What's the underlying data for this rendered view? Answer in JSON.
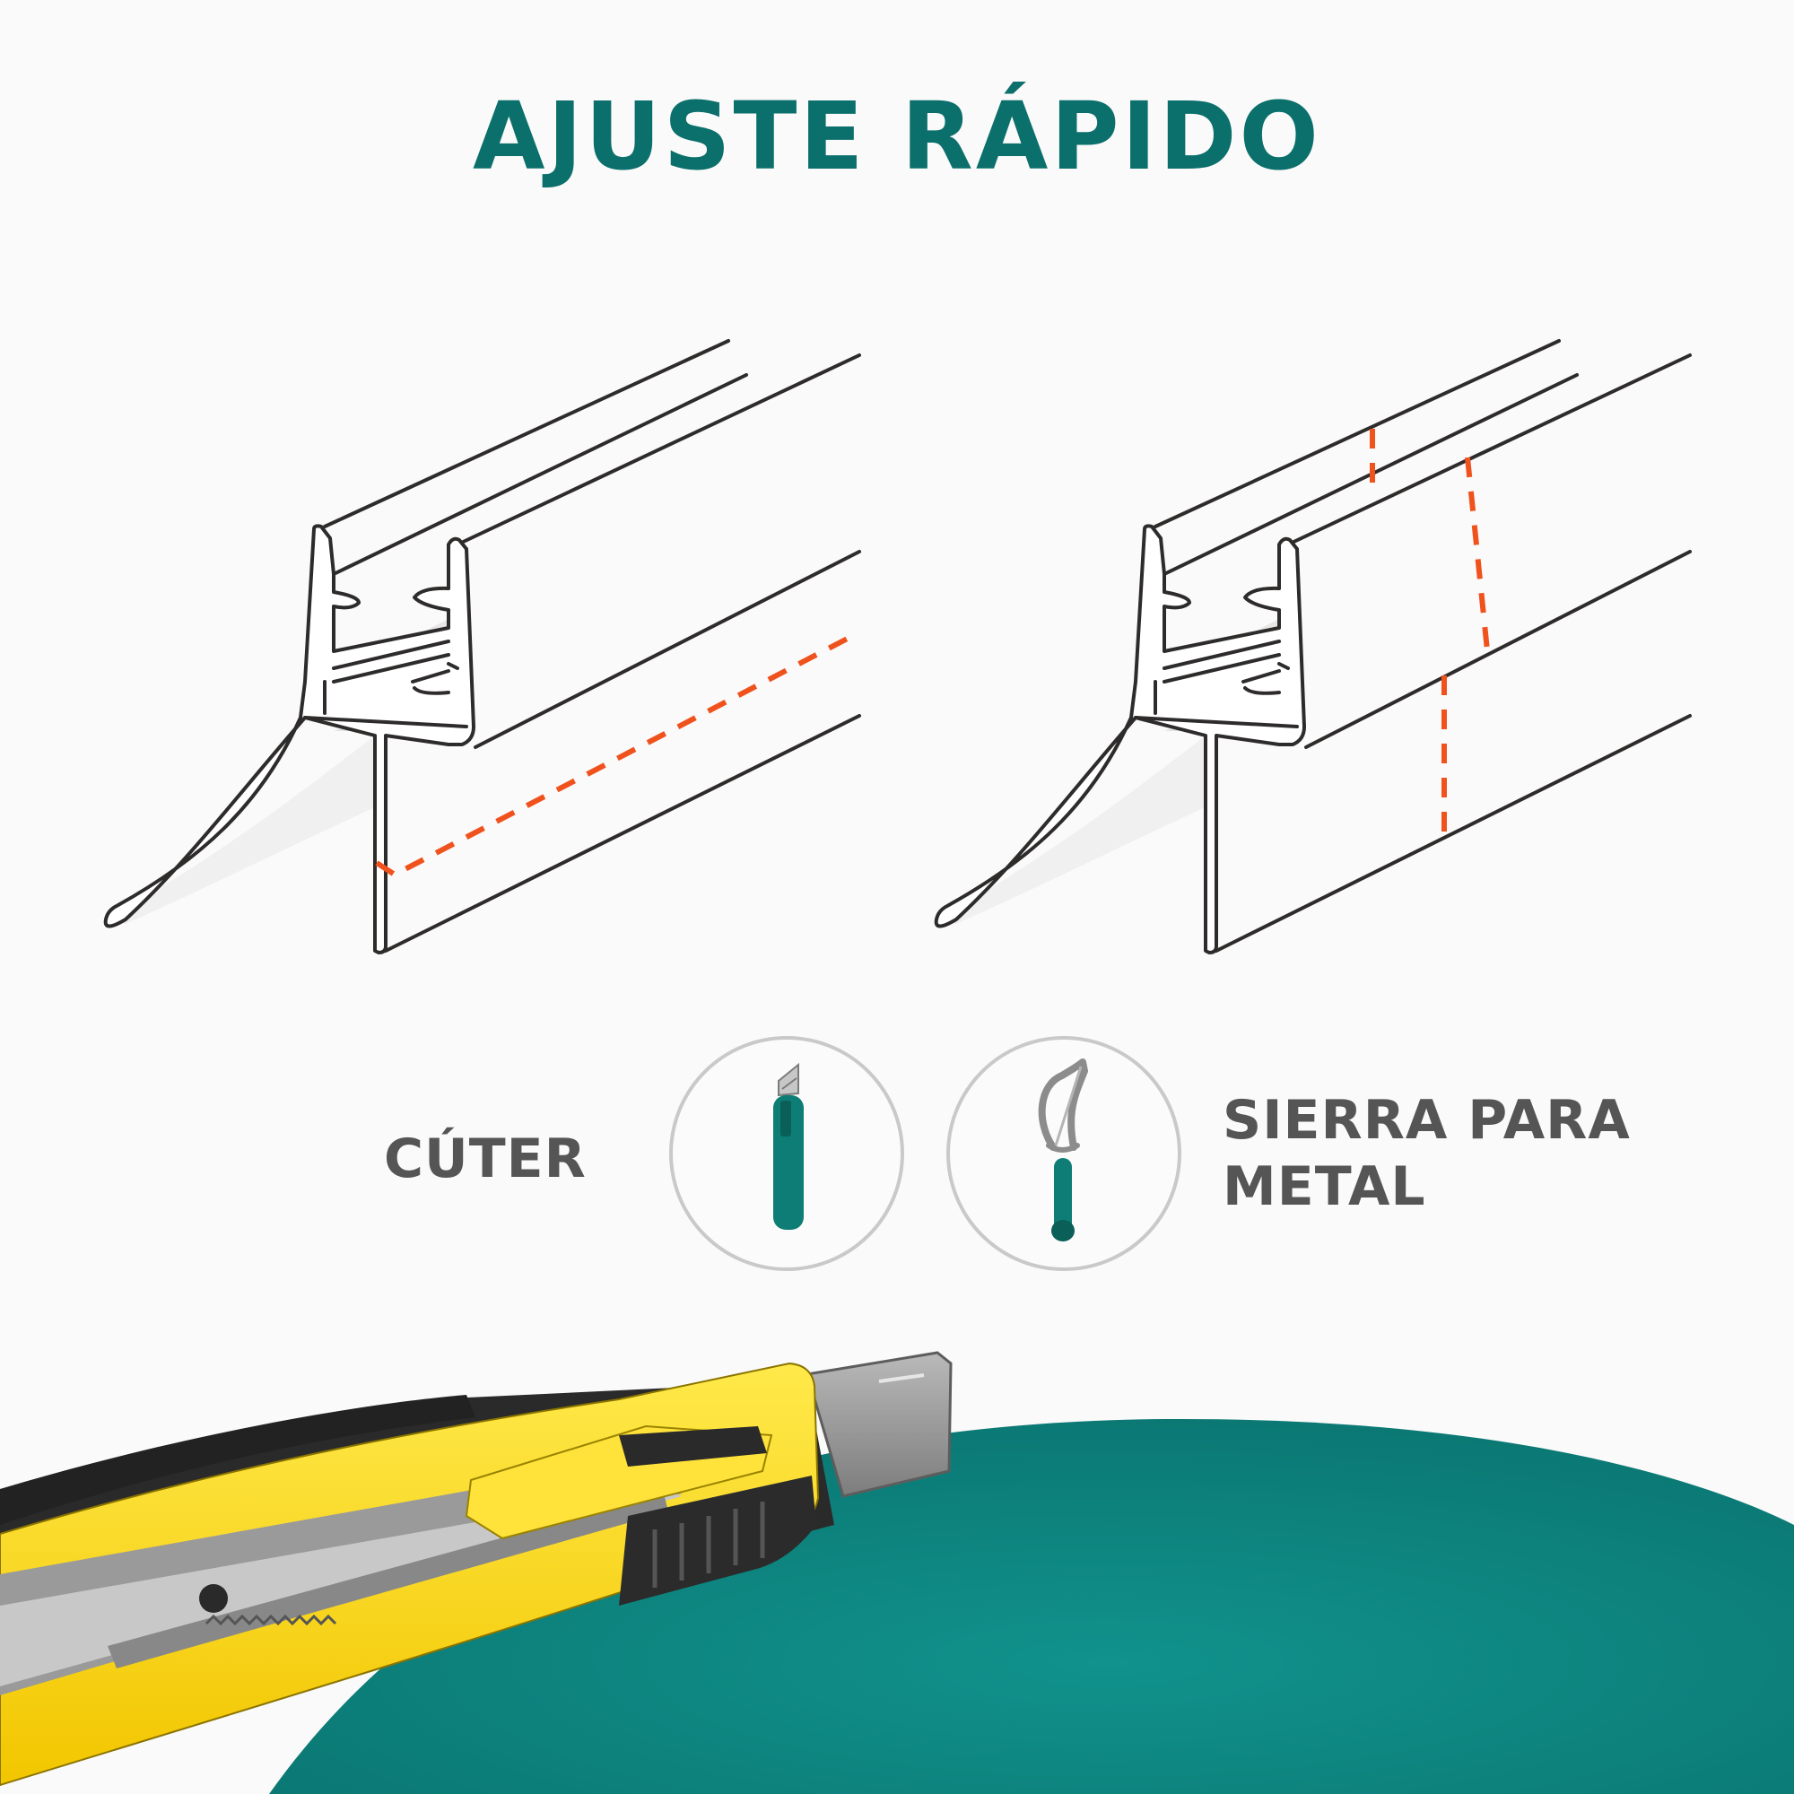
{
  "title": "AJUSTE RÁPIDO",
  "tools": {
    "cutter_label": "CÚTER",
    "saw_label_line1": "SIERRA PARA",
    "saw_label_line2": "METAL"
  },
  "colors": {
    "title": "#0b6f6b",
    "cut_line": "#f0521d",
    "teal_icon": "#0e7d75",
    "label": "#555555",
    "background_teal": "#0e8a86"
  },
  "icons": {
    "cutter": "utility-knife-icon",
    "saw": "hacksaw-icon"
  }
}
